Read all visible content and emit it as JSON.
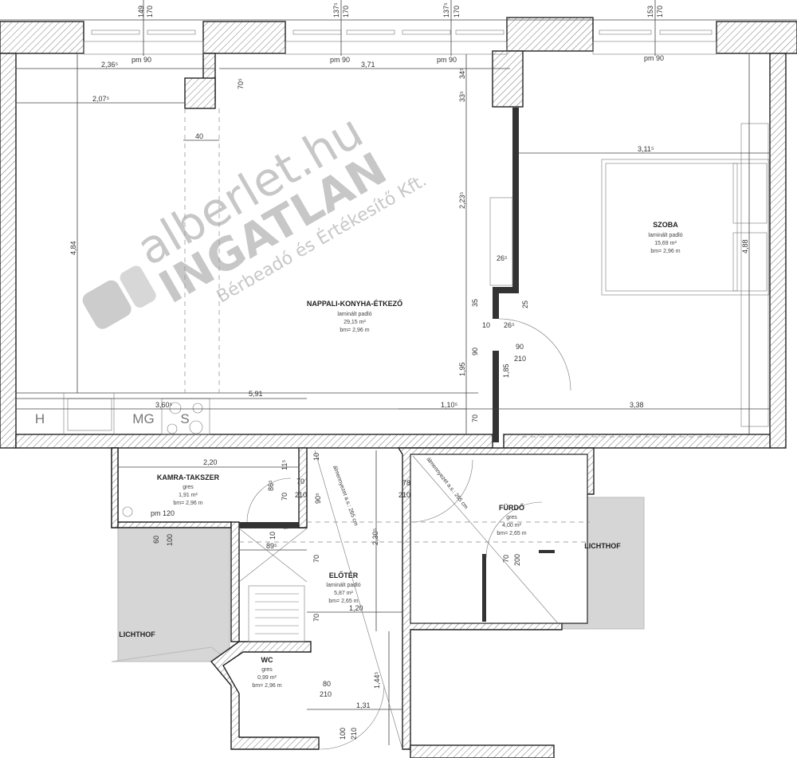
{
  "rooms": {
    "nappali": {
      "name": "NAPPALI-KONYHA-ÉTKEZŐ",
      "floor": "laminált padló",
      "area": "29,15 m²",
      "height": "bm= 2,96 m"
    },
    "szoba": {
      "name": "SZOBA",
      "floor": "laminált padló",
      "area": "15,69 m²",
      "height": "bm= 2,96 m"
    },
    "kamra": {
      "name": "KAMRA-TAKSZER",
      "floor": "gres",
      "area": "1,91 m²",
      "height": "bm= 2,96 m"
    },
    "furdo": {
      "name": "FÜRDŐ",
      "floor": "gres",
      "area": "4,00 m²",
      "height": "bm= 2,65 m"
    },
    "eloter": {
      "name": "ELŐTÉR",
      "floor": "laminált padló",
      "area": "5,87 m²",
      "height": "bm= 2,65 m"
    },
    "wc": {
      "name": "WC",
      "floor": "gres",
      "area": "0,99 m²",
      "height": "bm= 2,96 m"
    },
    "lichthof_left": "LICHTHOF",
    "lichthof_right": "LICHTHOF"
  },
  "kitchen": {
    "fridge": "H",
    "dishwasher": "MG",
    "stove": "S"
  },
  "ceiling_notes": [
    "álmennyezet a.s.: 265 cm",
    "álmennyezet a.s.: 265 cm"
  ],
  "dims": [
    "149",
    "170",
    "137⁵",
    "170",
    "137⁵",
    "170",
    "153",
    "170",
    "pm 90",
    "pm 90",
    "pm 90",
    "pm 90",
    "2,36⁵",
    "3,71",
    "2,07⁵",
    "70⁵",
    "34⁵",
    "33⁵",
    "40",
    "4,84",
    "2,23⁵",
    "3,11⁵",
    "4,88",
    "26⁵",
    "35",
    "25",
    "10",
    "26⁵",
    "90",
    "90",
    "210",
    "1,95",
    "1,85",
    "5,91",
    "3,60⁵",
    "1,10⁵",
    "70",
    "3,38",
    "2,20",
    "11⁵",
    "10",
    "86⁵",
    "70",
    "70",
    "210",
    "90⁵",
    "78",
    "210",
    "pm 120",
    "60",
    "100",
    "5",
    "10",
    "89⁵",
    "70",
    "2,30⁵",
    "1,20",
    "70",
    "70",
    "200",
    "80",
    "210",
    "1,31",
    "1,44⁵",
    "100",
    "210"
  ],
  "watermark": {
    "line1": "alberlet.hu",
    "line2": "INGATLAN",
    "line3": "Bérbeadó és Értékesítő Kft."
  }
}
